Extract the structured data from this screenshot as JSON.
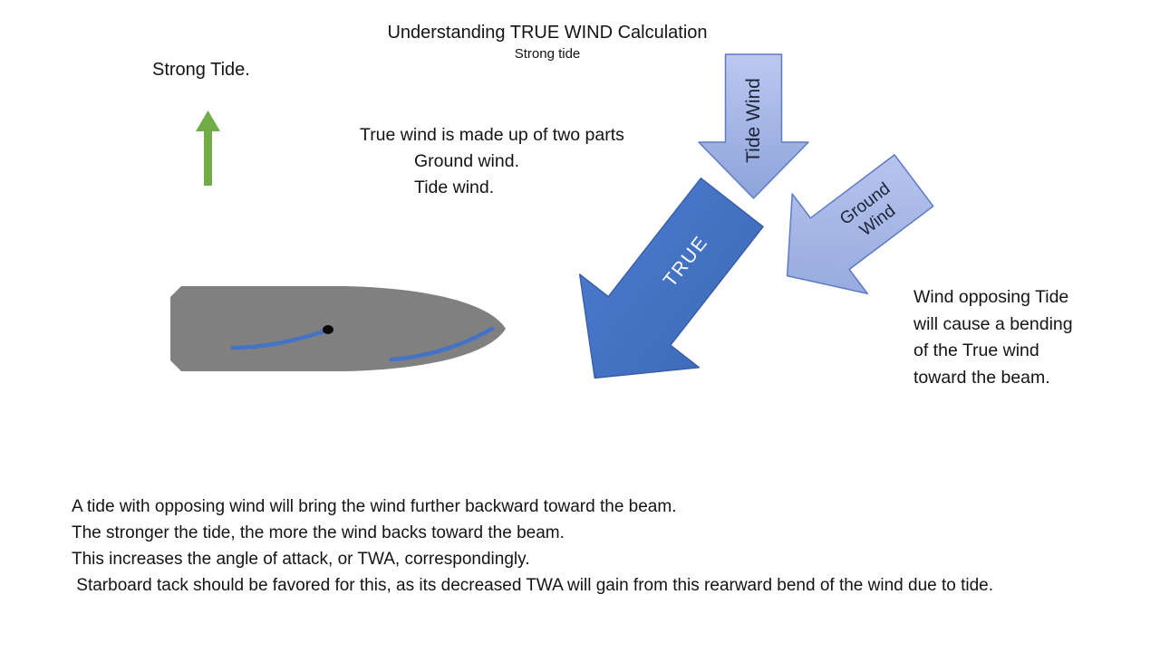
{
  "slide": {
    "title": "Understanding TRUE WIND Calculation",
    "subtitle": "Strong tide"
  },
  "tide_annotation": {
    "label": "Strong Tide."
  },
  "explanation": {
    "lines": [
      "True wind is made up of two parts",
      "Ground wind.",
      "Tide wind."
    ]
  },
  "arrows": {
    "tide_wind": {
      "label": "Tide Wind"
    },
    "ground_wind": {
      "label_line1": "Ground",
      "label_line2": "Wind"
    },
    "true_wind": {
      "label": "TRUE"
    }
  },
  "side_note": {
    "lines": [
      "Wind opposing Tide",
      "will cause a bending",
      "of the True wind",
      "toward the beam."
    ]
  },
  "footer": {
    "lines": [
      "A tide with opposing wind will bring the wind further backward toward the beam.",
      "The stronger the tide, the more the wind backs toward the beam.",
      "This increases the angle of attack, or TWA, correspondingly.",
      " Starboard tack should be favored for this, as its decreased TWA will gain from this rearward bend of the wind due to tide."
    ]
  },
  "colors": {
    "true_arrow_blue": "#4472c4",
    "light_arrow_blue_light": "#b9c5ee",
    "light_arrow_blue_dark": "#8da3da",
    "light_arrow_border": "#5d7ac6",
    "true_arrow_border": "#3a5fa8",
    "tide_green": "#70ad47",
    "boat_gray": "#808080",
    "curve_blue": "#4472c4"
  }
}
